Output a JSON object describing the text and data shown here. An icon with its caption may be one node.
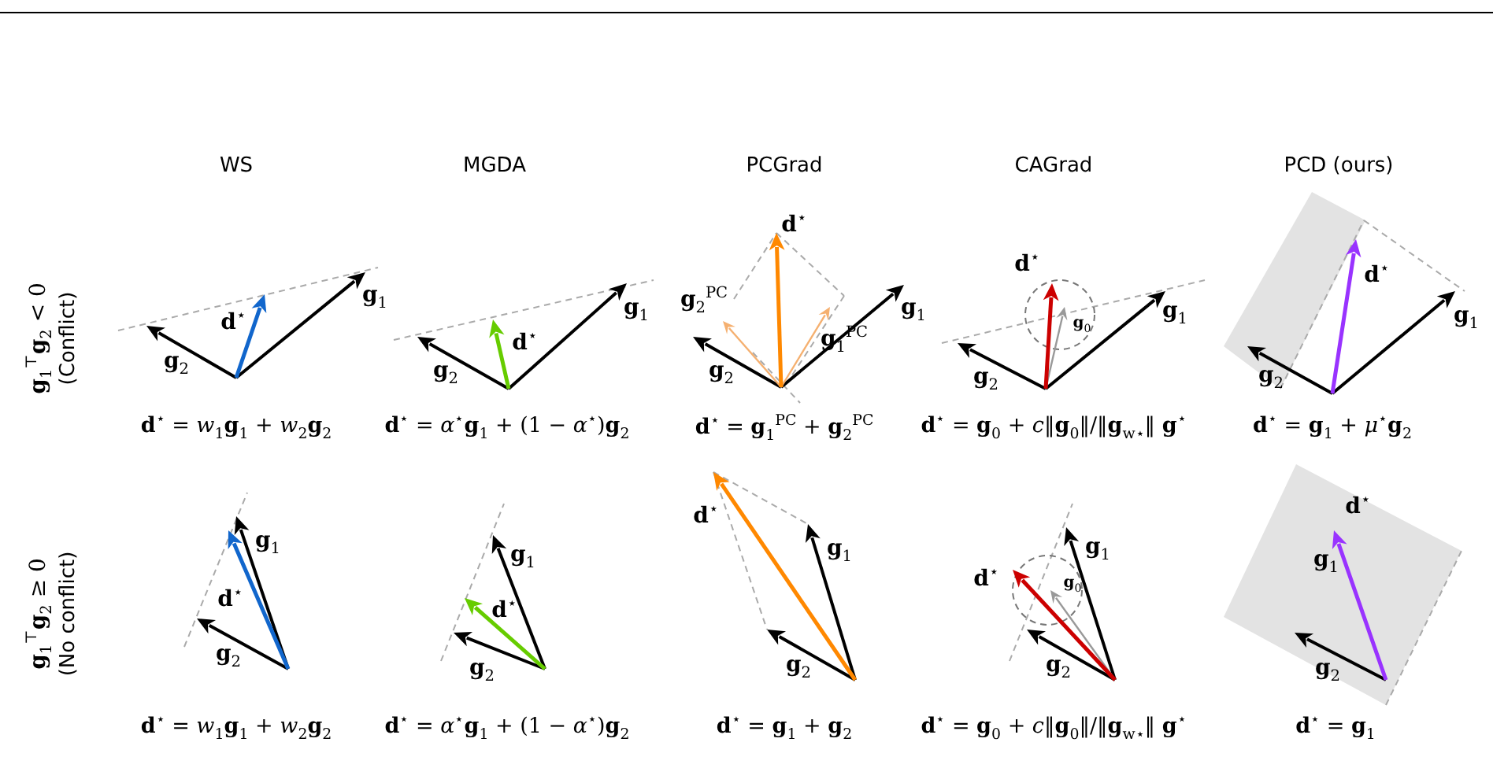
{
  "diagram": {
    "labels": [
      "WS",
      "MGDA",
      "PCGrad",
      "CAGrad",
      "PCD (ours)",
      "**g**$_{1}$$^{⊤}$**g**$_{2}$ < 0",
      "(Conflict)",
      "**d**$^{⋆}$",
      "**g**$_{1}$",
      "**g**$_{2}$",
      "**d**$^{⋆}$",
      "**g**$_{1}$",
      "**g**$_{2}$",
      "**d**$^{⋆}$",
      "**g**$_{2}$$^{PC}$",
      "**g**$_{1}$$^{PC}$",
      "**g**$_{1}$",
      "**g**$_{2}$",
      "**d**$^{⋆}$",
      "**g**$_{0}$",
      "**g**$_{1}$",
      "**g**$_{2}$",
      "**d**$^{⋆}$",
      "**g**$_{1}$",
      "**g**$_{2}$",
      "**d**$^{⋆}$ = *w*$_{1}$**g**$_{1}$ + *w*$_{2}$**g**$_{2}$",
      "**d**$^{⋆}$ = *α*$^{⋆}$**g**$_{1}$ + (1 − *α*$^{⋆}$)**g**$_{2}$",
      "**d**$^{⋆}$ = **g**$_{1}$$^{PC}$ + **g**$_{2}$$^{PC}$",
      "**d**$^{⋆}$ = **g**$_{0}$ + *c*‖**g**$_{0}$‖/‖**g**$_{w⋆}$‖ **g**$^{⋆}$",
      "**d**$^{⋆}$ = **g**$_{1}$ + *μ*$^{⋆}$**g**$_{2}$",
      "**g**$_{1}$$^{⊤}$**g**$_{2}$ ≥ 0",
      "(No conflict)",
      "**g**$_{1}$",
      "**d**$^{⋆}$",
      "**g**$_{2}$",
      "**g**$_{1}$",
      "**d**$^{⋆}$",
      "**g**$_{2}$",
      "**d**$^{⋆}$",
      "**g**$_{1}$",
      "**g**$_{2}$",
      "**g**$_{1}$",
      "**d**$^{⋆}$",
      "**g**$_{0}$",
      "**g**$_{2}$",
      "**d**$^{⋆}$",
      "**g**$_{1}$",
      "**g**$_{2}$",
      "**d**$^{⋆}$ = *w*$_{1}$**g**$_{1}$ + *w*$_{2}$**g**$_{2}$",
      "**d**$^{⋆}$ = *α*$^{⋆}$**g**$_{1}$ + (1 − *α*$^{⋆}$)**g**$_{2}$",
      "**d**$^{⋆}$ = **g**$_{1}$ + **g**$_{2}$",
      "**d**$^{⋆}$ = **g**$_{0}$ + *c*‖**g**$_{0}$‖/‖**g**$_{w⋆}$‖ **g**$^{⋆}$",
      "**d**$^{⋆}$ = **g**$_{1}$"
    ]
  }
}
